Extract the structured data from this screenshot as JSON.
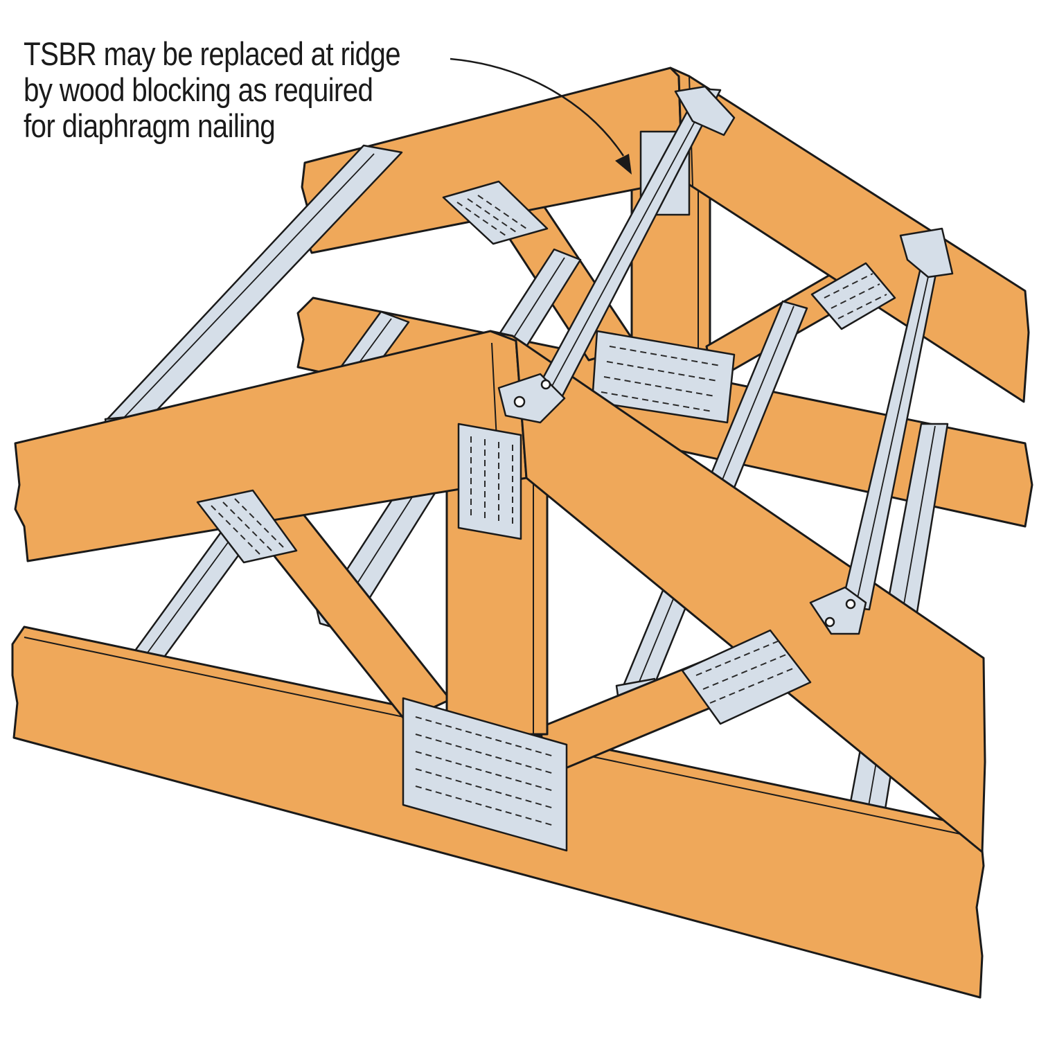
{
  "callout": {
    "lines": [
      "TSBR may be replaced at ridge",
      "by wood blocking as required",
      "for diaphragm nailing"
    ]
  },
  "colors": {
    "wood": "#EFA85A",
    "metal": "#D5DEE8",
    "outline": "#1a1a1a",
    "background": "#ffffff"
  }
}
